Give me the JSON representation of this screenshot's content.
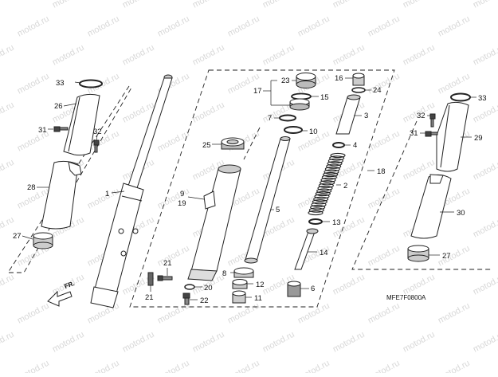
{
  "watermark": "motod.ru",
  "diagram_code": "MFE7F0800A",
  "direction_label": "FR.",
  "parts": [
    "1",
    "2",
    "3",
    "4",
    "5",
    "6",
    "7",
    "8",
    "9",
    "10",
    "11",
    "12",
    "13",
    "14",
    "15",
    "16",
    "17",
    "18",
    "19",
    "20",
    "21",
    "22",
    "23",
    "24",
    "25",
    "26",
    "27",
    "28",
    "29",
    "30",
    "31",
    "32",
    "33"
  ],
  "colors": {
    "line": "#222222",
    "fill": "#ffffff",
    "shade": "#dcdcdc",
    "watermark": "#d8d8d8"
  }
}
